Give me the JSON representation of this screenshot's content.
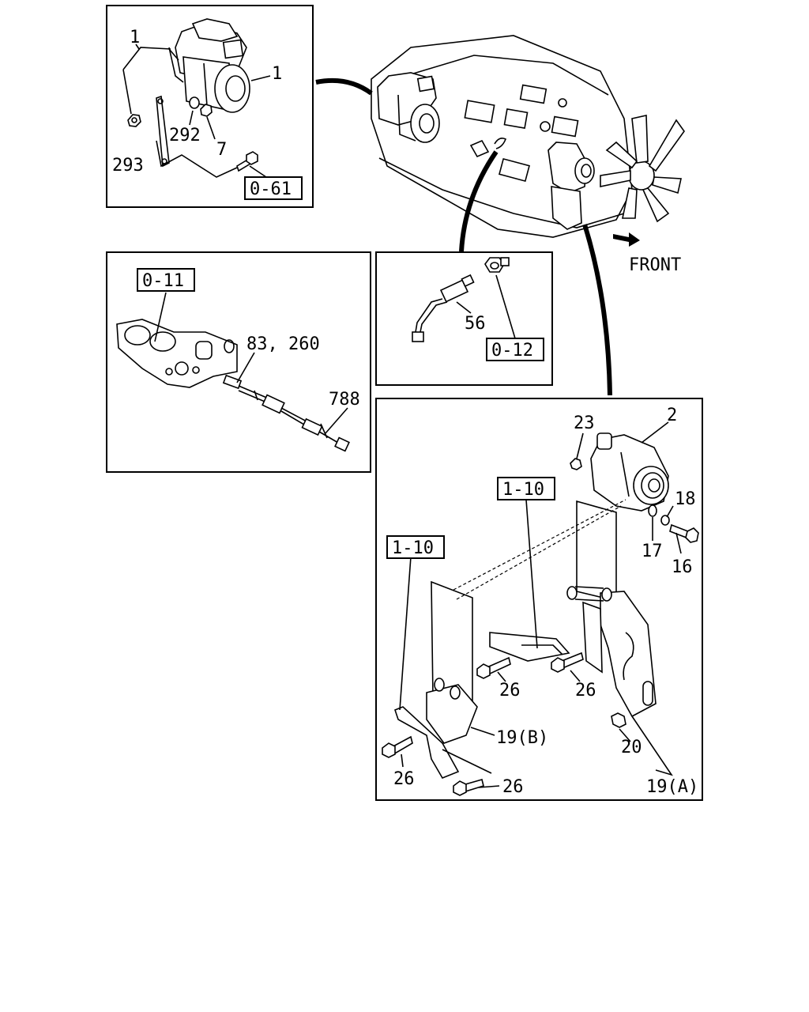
{
  "labels": {
    "starter": {
      "l1a": "1",
      "l1b": "1",
      "l292": "292",
      "l7": "7",
      "l293": "293",
      "ref": "0-61"
    },
    "engine": {
      "front": "FRONT"
    },
    "sensor": {
      "ref": "0-11",
      "l83": "83, 260",
      "l788": "788"
    },
    "switch": {
      "l56": "56",
      "ref": "0-12"
    },
    "generator": {
      "l23": "23",
      "l2": "2",
      "ref1": "1-10",
      "ref2": "1-10",
      "l18": "18",
      "l17": "17",
      "l16": "16",
      "l26a": "26",
      "l26b": "26",
      "l19b": "19(B)",
      "l26c": "26",
      "l26d": "26",
      "l20": "20",
      "l19a": "19(A)"
    }
  }
}
